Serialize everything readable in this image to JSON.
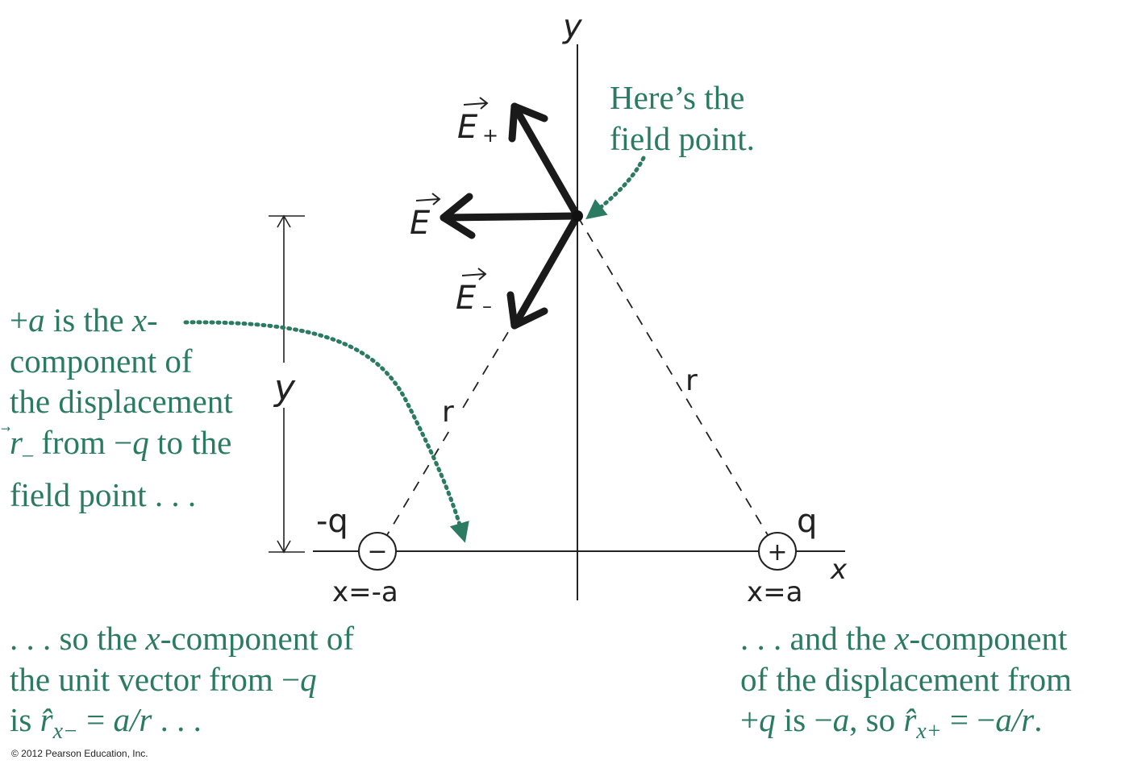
{
  "colors": {
    "ink": "#222222",
    "annotation": "#2b7a62",
    "background": "#ffffff"
  },
  "axes": {
    "x_label": "x",
    "y_label": "y"
  },
  "charges": {
    "negative": {
      "label": "-q",
      "symbol": "−",
      "position_label": "x=-a"
    },
    "positive": {
      "label": "q",
      "symbol": "+",
      "position_label": "x=a"
    }
  },
  "distances": {
    "r_left": "r",
    "r_right": "r",
    "height": "y"
  },
  "vectors": {
    "e_plus": "E+",
    "e_total": "E",
    "e_minus": "E−"
  },
  "notes": {
    "field_point": [
      "Here’s the",
      "field point."
    ],
    "plus_a": {
      "line1_a": "+",
      "line1_b": "a",
      "line1_c": " is the ",
      "line1_d": "x",
      "line1_e": "-",
      "line2": "component of",
      "line3": "the displacement",
      "line4_vec": "r",
      "line4_sub": "–",
      "line4_b": " from ",
      "line4_c": "−",
      "line4_d": "q",
      "line4_e": " to the",
      "line5": "field point . . ."
    },
    "so_x_component": {
      "line1_a": ". . . so the ",
      "line1_b": "x",
      "line1_c": "-component of",
      "line2_a": "the unit vector from ",
      "line2_b": "−",
      "line2_c": "q",
      "line3_a": "is ",
      "line3_r": "r̂",
      "line3_sub": "x−",
      "line3_eq": " = ",
      "line3_val": "a/r",
      "line3_end": " . . ."
    },
    "and_x_component": {
      "line1_a": ". . . and the ",
      "line1_b": "x",
      "line1_c": "-component",
      "line2": "of the displacement from",
      "line3_a": "+",
      "line3_b": "q",
      "line3_c": " is ",
      "line3_d": "−",
      "line3_e": "a",
      "line3_f": ", so ",
      "line3_r": "r̂",
      "line3_sub": "x+",
      "line3_eq": " = −",
      "line3_val": "a/r",
      "line3_end": "."
    }
  },
  "copyright": "© 2012 Pearson Education, Inc."
}
